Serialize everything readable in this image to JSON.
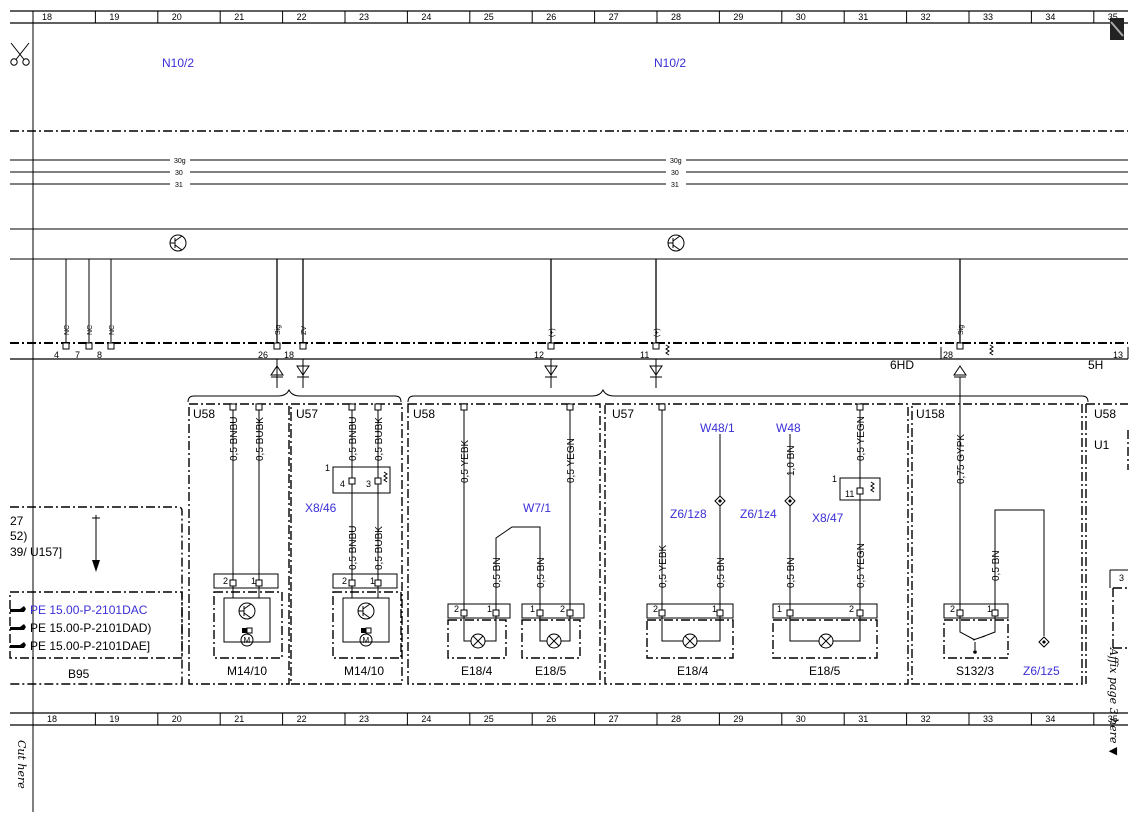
{
  "ruler": {
    "columns": [
      "18",
      "19",
      "20",
      "21",
      "22",
      "23",
      "24",
      "25",
      "26",
      "27",
      "28",
      "29",
      "30",
      "31",
      "32",
      "33",
      "34",
      "35"
    ]
  },
  "header": {
    "module_left": "N10/2",
    "module_right": "N10/2"
  },
  "bus": {
    "left": [
      "30g",
      "30",
      "31"
    ],
    "right": [
      "30g",
      "30",
      "31"
    ]
  },
  "pins": {
    "nc1": "NC",
    "nc2": "NC",
    "nc3": "NC",
    "n4": "4",
    "n7": "7",
    "n8": "8",
    "sig1": "Sig",
    "zv": "ZV",
    "n26": "26",
    "n18": "18",
    "plus1": "(+)",
    "plus2": "(+)",
    "n12": "12",
    "n11": "11",
    "sig2": "Sig",
    "n28": "28",
    "hd6": "6HD",
    "h5": "5H",
    "n13": "13"
  },
  "blocks": {
    "u58_a": "U58",
    "u57_a": "U57",
    "u58_b": "U58",
    "u57_b": "U57",
    "u158": "U158",
    "u58_c": "U58",
    "u1": "U1"
  },
  "wires": {
    "w1": "0,5 BNBU",
    "w2": "0,5 BUBK",
    "w3": "0,5 BNBU",
    "w4": "0,5 BUBK",
    "w5": "0,5 BNBU",
    "w6": "0,5 BUBK",
    "w7": "0,5 YEBK",
    "w8": "0,5 YEGN",
    "w9": "0,5 BN",
    "w10": "0,5 BN",
    "w11": "0,5 YEBK",
    "w12": "0,5 BN",
    "w13": "1,0 BN",
    "w14": "0,5 YEGN",
    "w15": "0,5 BN",
    "w16": "0,5 YEGN",
    "w17": "0,75 GYPK",
    "w18": "0,5 BN"
  },
  "connectors": {
    "x846": "X8/46",
    "x847": "X8/47",
    "c1": "1",
    "c4": "4",
    "c3": "3",
    "c1b": "1",
    "c11": "11"
  },
  "refs": {
    "w71": "W7/1",
    "w481": "W48/1",
    "w48": "W48",
    "z61z8": "Z6/1z8",
    "z61z4": "Z6/1z4",
    "z61z5": "Z6/1z5"
  },
  "left_panel": {
    "line1": "27",
    "line2": "52)",
    "line3": "39/ U157]",
    "pe1": "PE 15.00-P-2101DAC",
    "pe2": "PE 15.00-P-2101DAD)",
    "pe3": "PE 15.00-P-2101DAE]",
    "title": "B95"
  },
  "components": {
    "m1": "M14/10",
    "m2": "M14/10",
    "e184a": "E18/4",
    "e185a": "E18/5",
    "e184b": "E18/4",
    "e185b": "E18/5",
    "s1323": "S132/3",
    "right_small": "3"
  },
  "pin_nums": {
    "p2": "2",
    "p1": "1"
  },
  "footer": {
    "cut_here": "Cut here",
    "affix": "Affix page 3 here ▼"
  },
  "icons": {
    "scissors": "scissors-icon",
    "transistor": "transistor-icon",
    "motor": "motor-icon",
    "lamp": "lamp-icon",
    "switch": "switch-icon"
  }
}
